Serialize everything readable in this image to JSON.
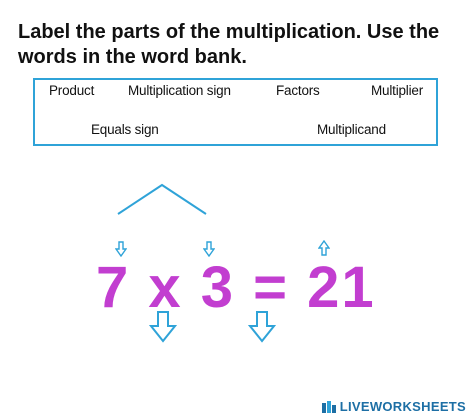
{
  "instructions": "Label the parts of the multiplication. Use the words in the word bank.",
  "word_bank": {
    "row1": [
      "Product",
      "Multiplication sign",
      "Factors",
      "Multiplier"
    ],
    "row2": [
      "Equals sign",
      "Multiplicand"
    ]
  },
  "equation": {
    "left_factor": "7",
    "operator": "x",
    "right_factor": "3",
    "equals": "=",
    "result": "21"
  },
  "colors": {
    "equation": "#c23ed0",
    "arrows": "#2fa3d8",
    "bank_border": "#2fa3d8"
  },
  "footer": {
    "brand": "LIVEWORKSHEETS"
  }
}
